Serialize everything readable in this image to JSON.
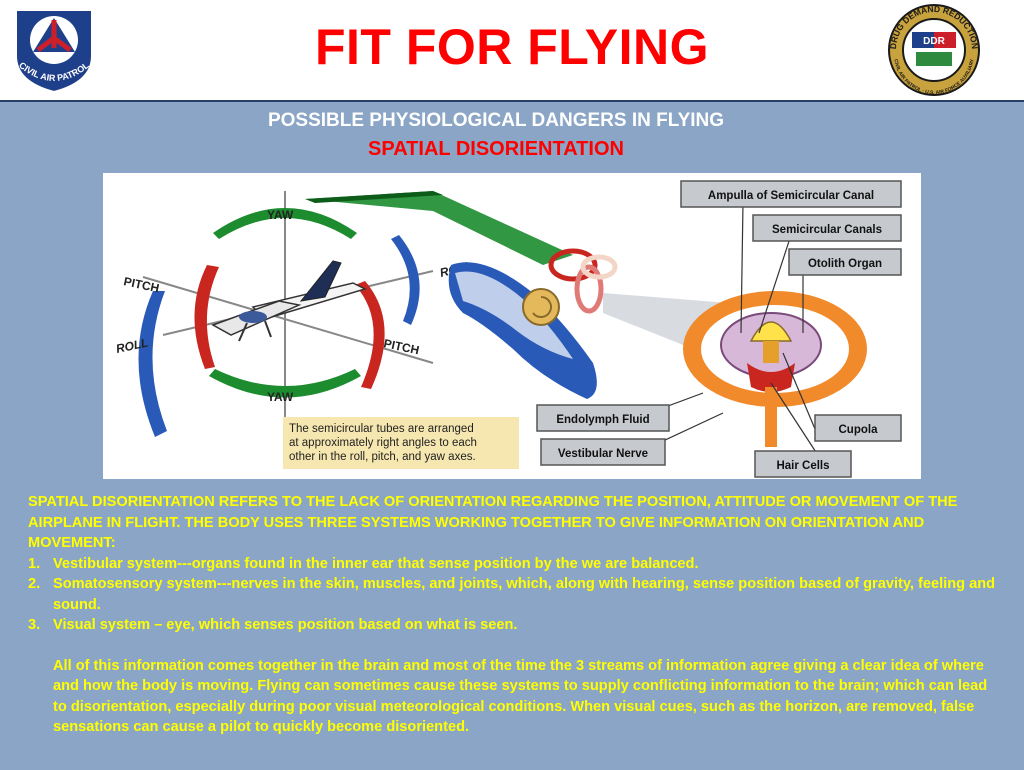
{
  "header": {
    "title": "FIT FOR FLYING",
    "cap_logo": {
      "text": "CIVIL AIR PATROL",
      "colors": {
        "blue": "#1e3f8a",
        "red": "#cc1f2a"
      }
    },
    "ddr_logo": {
      "top_text": "DRUG DEMAND REDUCTION",
      "bottom_text": "CIVIL AIR PATROL · U.S. AIR FORCE AUXILIARY",
      "center_text": "DDR"
    }
  },
  "headings": {
    "line1": "POSSIBLE PHYSIOLOGICAL DANGERS IN FLYING",
    "line2": "SPATIAL DISORIENTATION"
  },
  "diagram": {
    "axis_labels": {
      "yaw_top": "YAW",
      "yaw_bottom": "YAW",
      "pitch_left": "PITCH",
      "pitch_right": "PITCH",
      "roll_left": "ROLL",
      "roll_right": "ROLL"
    },
    "callouts": {
      "ampulla": "Ampulla of Semicircular Canal",
      "canals": "Semicircular Canals",
      "otolith": "Otolith Organ",
      "endolymph": "Endolymph Fluid",
      "vestibular_nerve": "Vestibular Nerve",
      "cupola": "Cupola",
      "hair_cells": "Hair Cells"
    },
    "note": [
      "The semicircular tubes are arranged",
      "at approximately right angles to each",
      "other in the roll, pitch, and yaw axes."
    ]
  },
  "body": {
    "intro": "SPATIAL DISORIENTATION REFERS TO THE LACK OF ORIENTATION REGARDING THE POSITION, ATTITUDE OR MOVEMENT OF THE AIRPLANE IN FLIGHT. THE BODY USES THREE SYSTEMS WORKING TOGETHER TO GIVE INFORMATION ON ORIENTATION AND MOVEMENT:",
    "items": [
      {
        "num": "1.",
        "text": "Vestibular system---organs found in the inner ear that sense position by the we are balanced."
      },
      {
        "num": "2.",
        "text": "Somatosensory system---nerves in the skin, muscles, and joints, which, along with hearing, sense position based of gravity, feeling and sound."
      },
      {
        "num": "3.",
        "text": "Visual system – eye, which senses position based on what is seen."
      }
    ],
    "closing": "All of this information comes together in the brain and most of the time the 3 streams of information agree giving a clear idea of where and how the body is moving. Flying can sometimes cause these systems to supply conflicting information to the brain; which can lead to disorientation, especially during poor visual meteorological conditions.  When visual cues, such as the horizon, are removed, false sensations can cause a pilot to quickly become disoriented."
  },
  "colors": {
    "title": "#ff0000",
    "panel_bg": "#8aa5c5",
    "body_text": "#ffff00",
    "heading_white": "#ffffff",
    "yaw_green": "#1c8c2e",
    "pitch_red": "#c8261e",
    "roll_blue": "#2a5ab8",
    "note_bg": "#f6e7b0"
  }
}
